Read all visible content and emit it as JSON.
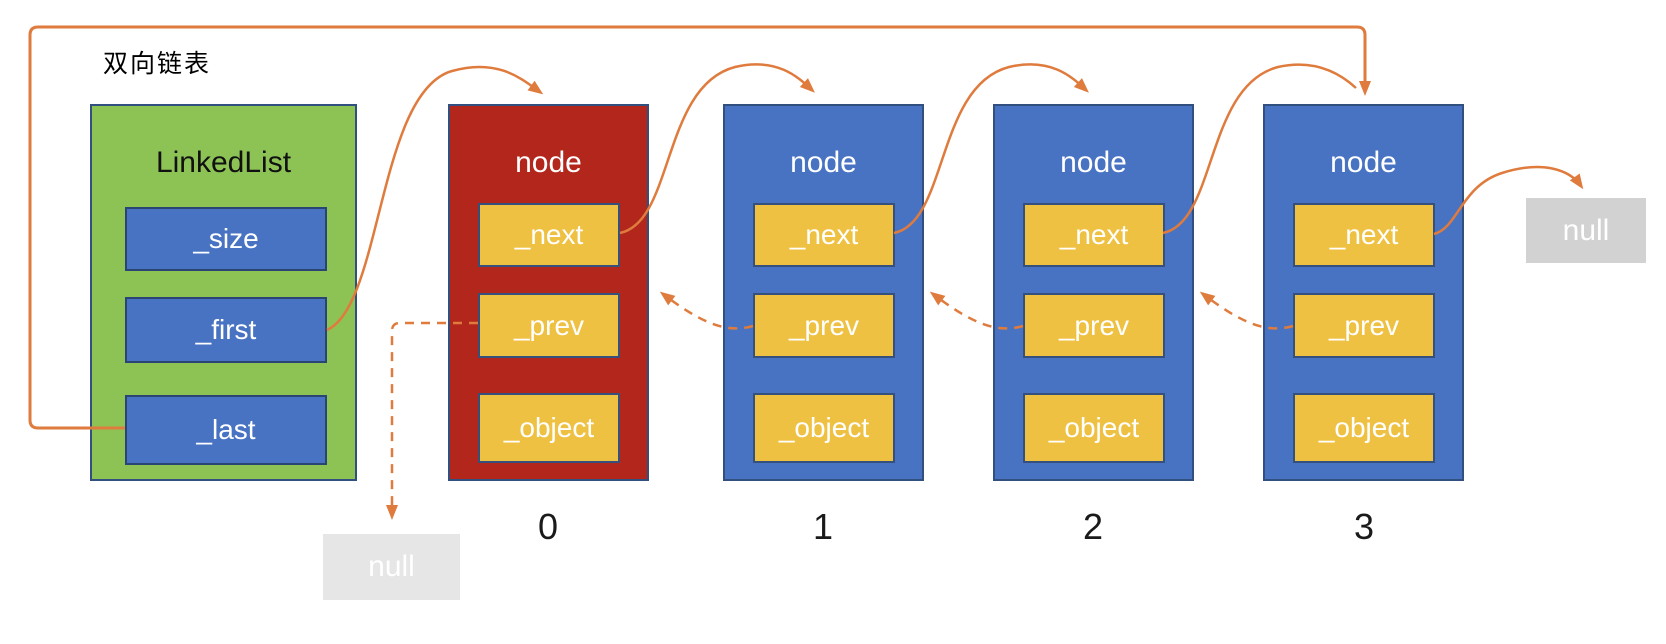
{
  "diagram_label": "双向链表",
  "linked_list": {
    "title": "LinkedList",
    "fields": [
      "_size",
      "_first",
      "_last"
    ]
  },
  "nodes": [
    {
      "title": "node",
      "index_label": "0",
      "highlighted": true,
      "fields": [
        "_next",
        "_prev",
        "_object"
      ]
    },
    {
      "title": "node",
      "index_label": "1",
      "highlighted": false,
      "fields": [
        "_next",
        "_prev",
        "_object"
      ]
    },
    {
      "title": "node",
      "index_label": "2",
      "highlighted": false,
      "fields": [
        "_next",
        "_prev",
        "_object"
      ]
    },
    {
      "title": "node",
      "index_label": "3",
      "highlighted": false,
      "fields": [
        "_next",
        "_prev",
        "_object"
      ]
    }
  ],
  "null_labels": {
    "after_last_next": "null",
    "before_first_prev": "null"
  },
  "edges": {
    "solid_next": [
      "_first→node0",
      "node0._next→node1",
      "node1._next→node2",
      "node2._next→node3",
      "node3._next→null",
      "_last→node3(top loop)"
    ],
    "dashed_prev": [
      "node0._prev→null(bottom)",
      "node1._prev→node0",
      "node2._prev→node1",
      "node3._prev→node2"
    ]
  },
  "colors": {
    "linkedlist_fill": "#8DC355",
    "node_fill": "#4873C3",
    "highlighted_node_fill": "#B2261B",
    "pointer_field_fill": "#EFC143",
    "inner_field_fill": "#4873C3",
    "arrow": "#DF7B3D",
    "null_fill_bottom": "#E6E6E6",
    "null_fill_right": "#D2D2D2",
    "box_border": "#31507F"
  }
}
